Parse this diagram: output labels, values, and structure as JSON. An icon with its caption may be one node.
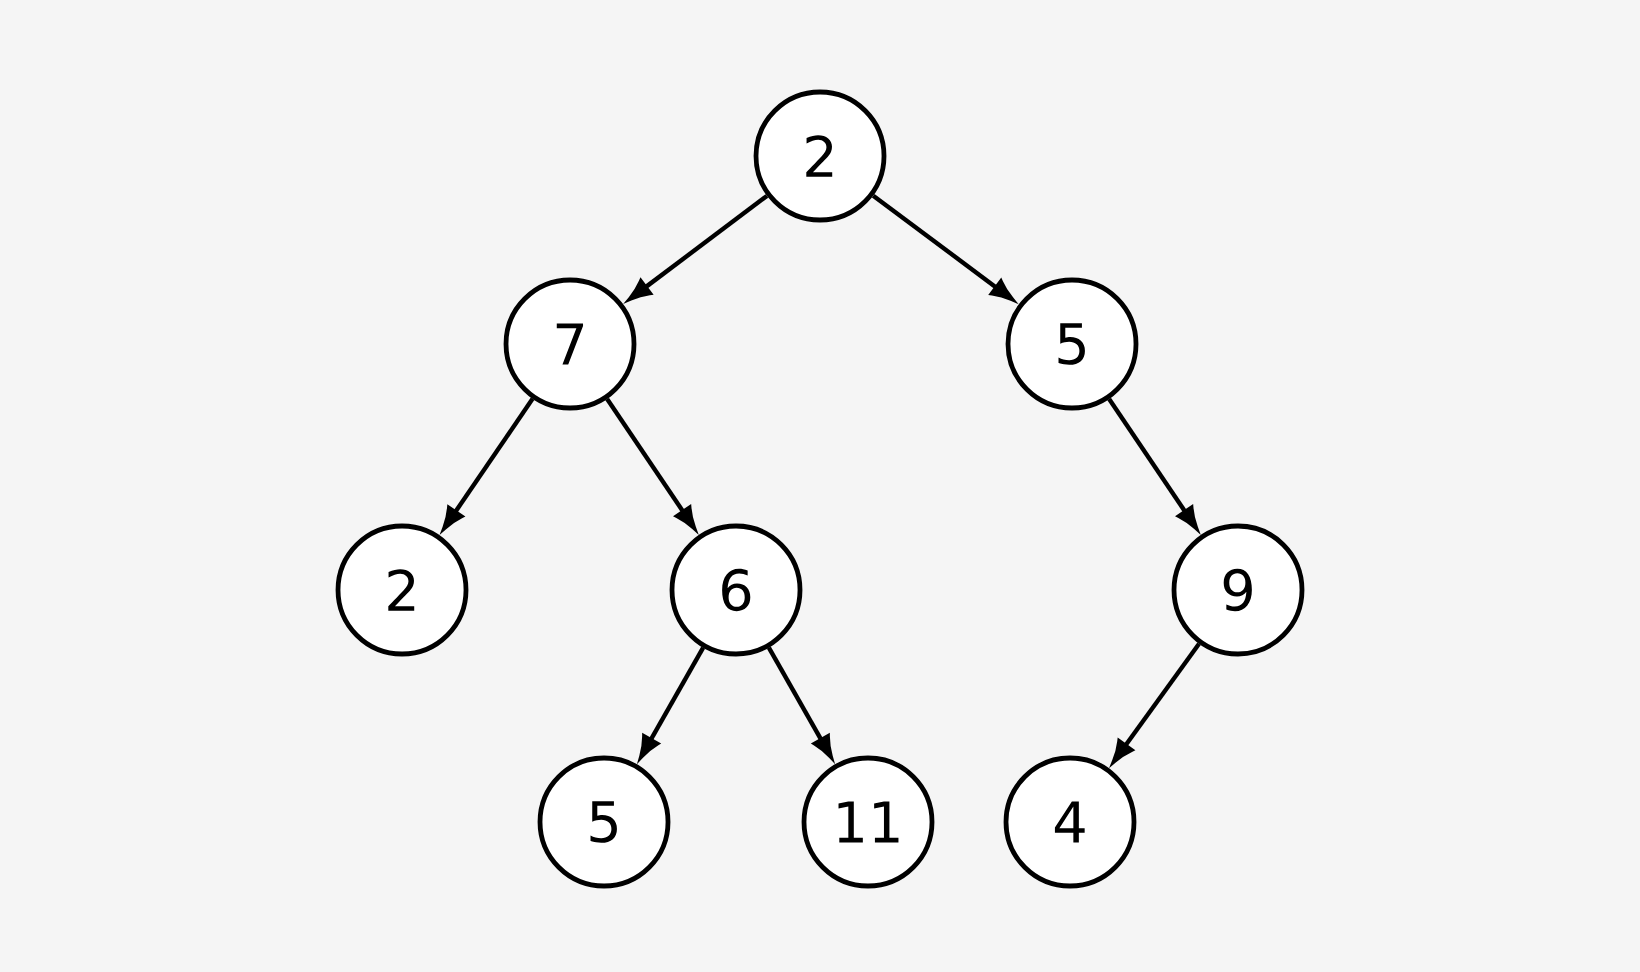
{
  "diagram": {
    "nodes": [
      {
        "text": [
          "2"
        ]
      },
      {
        "text": [
          "7"
        ]
      },
      {
        "text": [
          "5"
        ]
      },
      {
        "text": [
          "2"
        ]
      },
      {
        "text": [
          "6"
        ]
      },
      {
        "text": [
          "9"
        ]
      },
      {
        "text": [
          "5"
        ]
      },
      {
        "text": [
          "11"
        ]
      },
      {
        "text": [
          "4"
        ]
      }
    ],
    "edges": [
      {
        "from": 0,
        "to": 1,
        "arrow": "to"
      },
      {
        "from": 0,
        "to": 2,
        "arrow": "to"
      },
      {
        "from": 1,
        "to": 3,
        "arrow": "to"
      },
      {
        "from": 1,
        "to": 4,
        "arrow": "to"
      },
      {
        "from": 2,
        "to": 5,
        "arrow": "to"
      },
      {
        "from": 4,
        "to": 6,
        "arrow": "to"
      },
      {
        "from": 4,
        "to": 7,
        "arrow": "to"
      },
      {
        "from": 5,
        "to": 8,
        "arrow": "to"
      }
    ]
  }
}
